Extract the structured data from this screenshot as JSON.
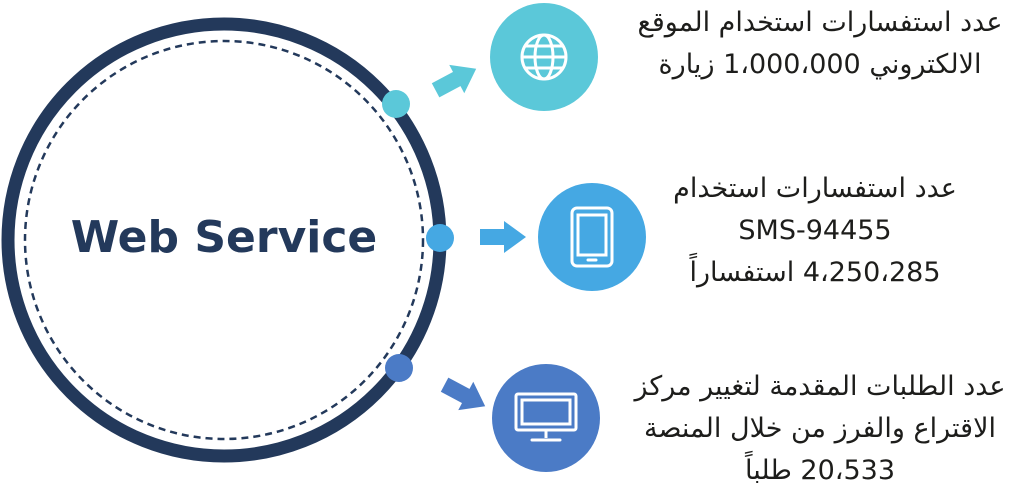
{
  "hub": {
    "title": "Web Service",
    "ring_color": "#23395b"
  },
  "items": [
    {
      "icon": "globe-icon",
      "circle_color": "#5bc8d9",
      "lines": [
        "عدد استفسارات استخدام الموقع",
        "الالكتروني 1،000،000 زيارة"
      ]
    },
    {
      "icon": "tablet-icon",
      "circle_color": "#45a8e3",
      "lines": [
        "عدد استفسارات استخدام",
        "SMS-94455",
        "4،250،285 استفساراً"
      ]
    },
    {
      "icon": "monitor-icon",
      "circle_color": "#4b7bc6",
      "lines": [
        "عدد الطلبات المقدمة لتغيير مركز",
        "الاقتراع والفرز من خلال المنصة",
        "20،533 طلباً"
      ]
    }
  ]
}
